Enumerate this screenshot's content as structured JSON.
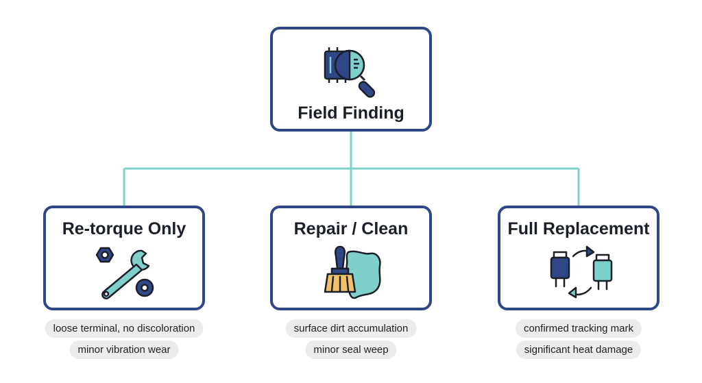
{
  "root": {
    "title": "Field Finding",
    "icon": "magnifier-over-chip-icon"
  },
  "branches": [
    {
      "title": "Re-torque Only",
      "icon": "wrench-and-nut-icon",
      "conditions": [
        "loose terminal, no discoloration",
        "minor vibration wear"
      ]
    },
    {
      "title": "Repair / Clean",
      "icon": "brush-and-cloth-icon",
      "conditions": [
        "surface dirt accumulation",
        "minor seal weep"
      ]
    },
    {
      "title": "Full Replacement",
      "icon": "component-swap-icon",
      "conditions": [
        "confirmed tracking mark",
        "significant heat damage"
      ]
    }
  ],
  "colors": {
    "border": "#2f4687",
    "connector": "#7fcfca",
    "navy": "#2f4687",
    "teal": "#7fcfca",
    "amber": "#f0c06a",
    "tag_bg": "#ececec"
  }
}
